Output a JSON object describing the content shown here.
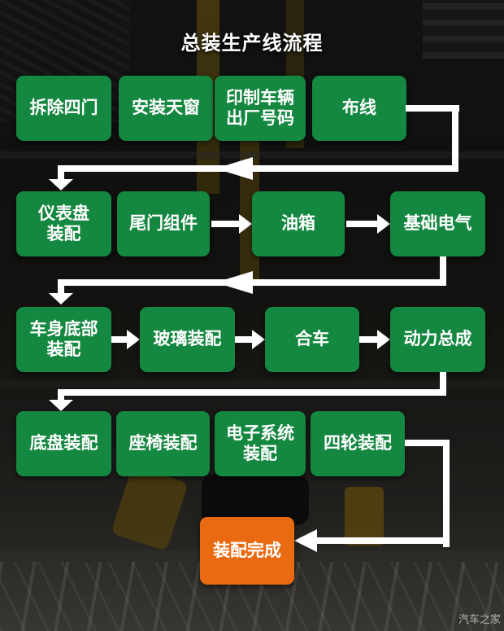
{
  "title": "总装生产线流程",
  "watermark": "汽车之家",
  "colors": {
    "step_green": "#148740",
    "final_orange": "#EA6A12",
    "connector_white": "#FFFFFF",
    "text_white": "#FFFFFF"
  },
  "flow": {
    "rows": [
      {
        "nodes": [
          {
            "label": "拆除四门"
          },
          {
            "label": "安装天窗"
          },
          {
            "label": "印制车辆\n出厂号码"
          },
          {
            "label": "布线"
          }
        ]
      },
      {
        "nodes": [
          {
            "label": "仪表盘\n装配"
          },
          {
            "label": "尾门组件"
          },
          {
            "label": "油箱"
          },
          {
            "label": "基础电气"
          }
        ]
      },
      {
        "nodes": [
          {
            "label": "车身底部\n装配"
          },
          {
            "label": "玻璃装配"
          },
          {
            "label": "合车"
          },
          {
            "label": "动力总成"
          }
        ]
      },
      {
        "nodes": [
          {
            "label": "底盘装配"
          },
          {
            "label": "座椅装配"
          },
          {
            "label": "电子系统\n装配"
          },
          {
            "label": "四轮装配"
          }
        ]
      }
    ],
    "final": {
      "label": "装配完成"
    }
  }
}
